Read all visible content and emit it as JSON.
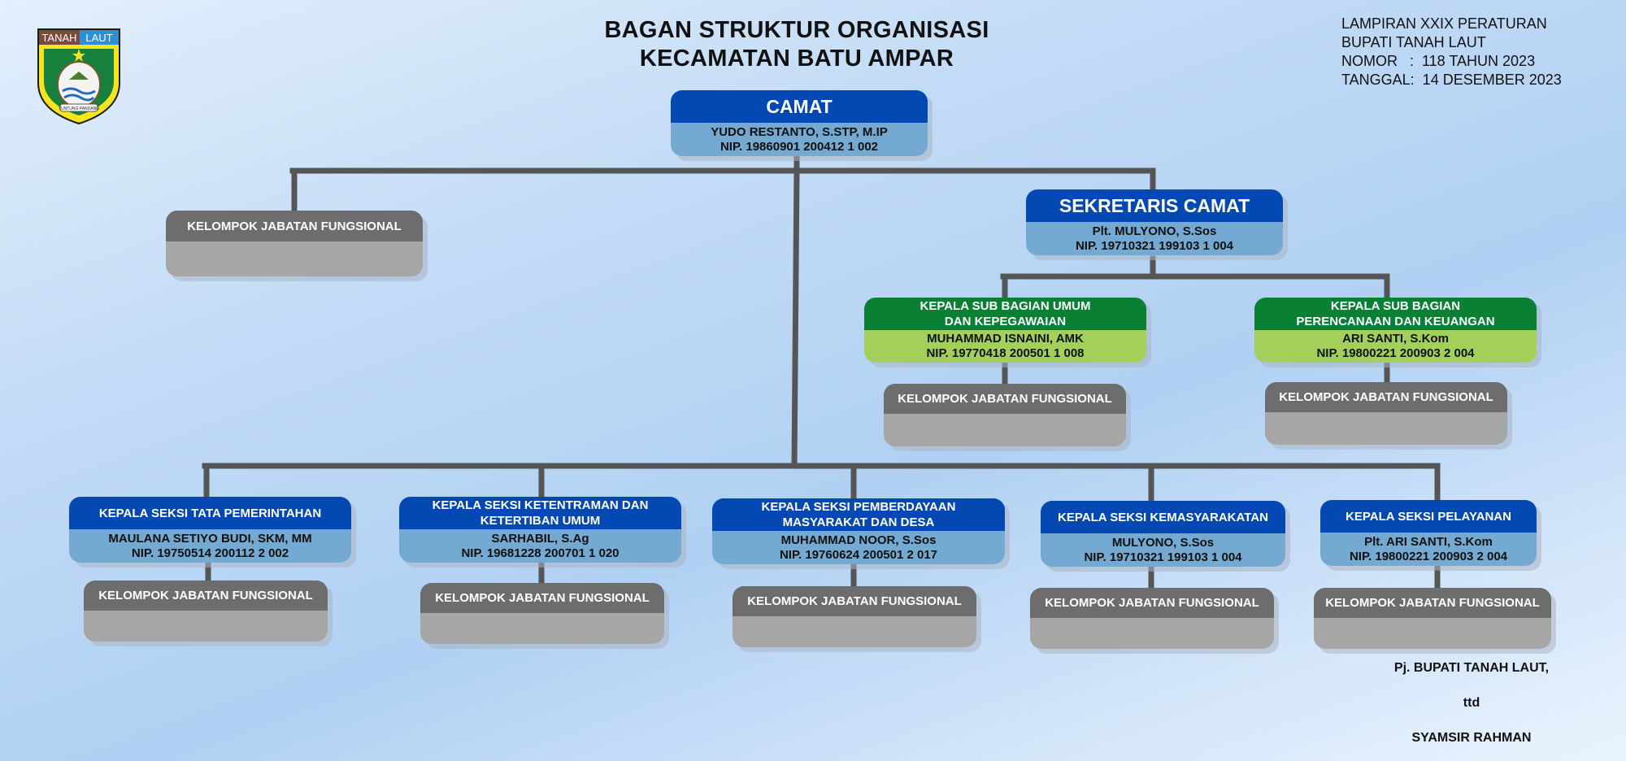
{
  "title": {
    "line1": "BAGAN STRUKTUR ORGANISASI",
    "line2": "KECAMATAN BATU AMPAR"
  },
  "lampiran": {
    "line1": "LAMPIRAN XXIX PERATURAN",
    "line2": "BUPATI TANAH LAUT",
    "line3": "NOMOR   :  118 TAHUN 2023",
    "line4": "TANGGAL:  14 DESEMBER 2023"
  },
  "logo": {
    "top_left": "TANAH",
    "top_right": "LAUT",
    "motto": "TUNTUNG PANDANG"
  },
  "camat": {
    "title": "CAMAT",
    "name": "YUDO RESTANTO, S.STP, M.IP",
    "nip": "NIP. 19860901 200412 1 002"
  },
  "sekcam": {
    "title": "SEKRETARIS CAMAT",
    "name": "Plt. MULYONO, S.Sos",
    "nip": "NIP. 19710321 199103 1 004"
  },
  "subbag_umum": {
    "title1": "KEPALA SUB BAGIAN UMUM",
    "title2": "DAN KEPEGAWAIAN",
    "name": "MUHAMMAD ISNAINI, AMK",
    "nip": "NIP. 19770418 200501 1 008"
  },
  "subbag_keu": {
    "title1": "KEPALA SUB BAGIAN",
    "title2": "PERENCANAAN DAN KEUANGAN",
    "name": "ARI SANTI, S.Kom",
    "nip": "NIP. 19800221 200903 2 004"
  },
  "fungsional_label": "KELOMPOK JABATAN FUNGSIONAL",
  "seksi": [
    {
      "title1": "KEPALA SEKSI TATA PEMERINTAHAN",
      "title2": "",
      "name": "MAULANA SETIYO BUDI, SKM, MM",
      "nip": "NIP. 19750514 200112 2 002"
    },
    {
      "title1": "KEPALA SEKSI KETENTRAMAN DAN",
      "title2": "KETERTIBAN UMUM",
      "name": "SARHABIL, S.Ag",
      "nip": "NIP. 19681228 200701 1 020"
    },
    {
      "title1": "KEPALA SEKSI PEMBERDAYAAN",
      "title2": "MASYARAKAT DAN DESA",
      "name": "MUHAMMAD NOOR, S.Sos",
      "nip": "NIP. 19760624 200501 2 017"
    },
    {
      "title1": "KEPALA SEKSI KEMASYARAKATAN",
      "title2": "",
      "name": "MULYONO, S.Sos",
      "nip": "NIP. 19710321 199103 1 004"
    },
    {
      "title1": "KEPALA SEKSI PELAYANAN",
      "title2": "",
      "name": "Plt. ARI SANTI, S.Kom",
      "nip": "NIP. 19800221 200903 2 004"
    }
  ],
  "signature": {
    "position": "Pj. BUPATI TANAH LAUT,",
    "ttd": "ttd",
    "name": "SYAMSIR RAHMAN"
  },
  "colors": {
    "blue_head": "#0449b3",
    "blue_body": "#74a9d2",
    "green_head": "#0a8034",
    "green_body": "#a3d05a",
    "gray_head": "#6d6d6d",
    "gray_body": "#a6a6a6",
    "connector": "#555555"
  }
}
